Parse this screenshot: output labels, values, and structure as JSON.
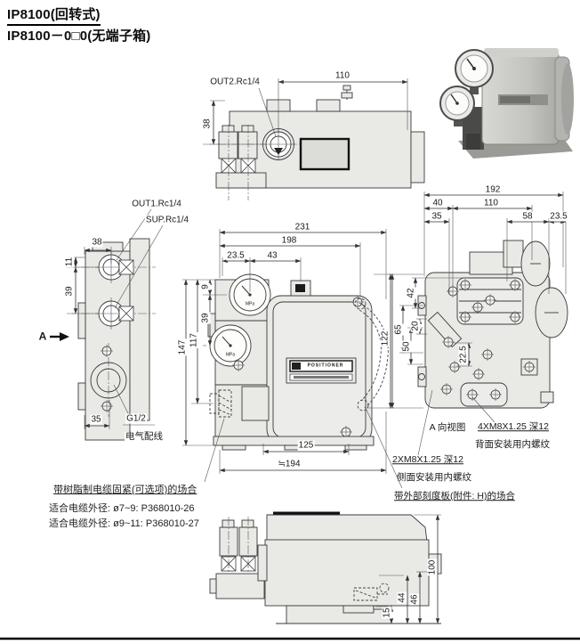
{
  "header": {
    "title": "IP8100(回转式)",
    "subtitle": "IP8100－0□0(无端子箱)"
  },
  "top_view": {
    "port_label": "OUT2.Rc1/4",
    "dim_width": "110",
    "dim_side": "38"
  },
  "side_view": {
    "out1_label": "OUT1.Rc1/4",
    "sup_label": "SUP.Rc1/4",
    "dim_38": "38",
    "dim_11": "11",
    "dim_39": "39",
    "dim_35": "35",
    "conduit_label": "G1/2",
    "conduit_note": "电气配线",
    "view_arrow": "A"
  },
  "front_view": {
    "dim_231": "231",
    "dim_198": "198",
    "dim_23_5": "23.5",
    "dim_43": "43",
    "dim_9": "9",
    "dim_39": "39",
    "dim_117": "117",
    "dim_147": "147",
    "dim_125": "125",
    "dim_194": "≒194",
    "dim_122": "122",
    "gauge_unit": "MPa",
    "nameplate": "POSITIONER"
  },
  "back_view": {
    "dim_192": "192",
    "dim_40": "40",
    "dim_110": "110",
    "dim_35": "35",
    "dim_58": "58",
    "dim_23_5": "23.5",
    "dim_42": "42",
    "dim_20": "20",
    "dim_65": "65",
    "dim_50": "50",
    "dim_22_5": "22.5",
    "view_label": "A 向视图",
    "rear_thread": "4XM8X1.25 深12",
    "rear_thread_note": "背面安装用内螺纹",
    "side_thread": "2XM8X1.25 深12",
    "side_thread_note": "侧面安装用内螺纹",
    "scale_note": "带外部刻度板(附件: H)的场合"
  },
  "bottom_view": {
    "dim_100": "100",
    "dim_46": "46",
    "dim_44": "44",
    "dim_15": "15"
  },
  "notes": {
    "gland_title": "带树脂制电缆固紧(可选项)的场合",
    "gland_d1": "适合电缆外径: ø7~9: P368010-26",
    "gland_d2": "适合电缆外径: ø9~11: P368010-27"
  },
  "colors": {
    "line": "#333333",
    "body_fill": "#e9e9e6",
    "dark": "#111111"
  }
}
